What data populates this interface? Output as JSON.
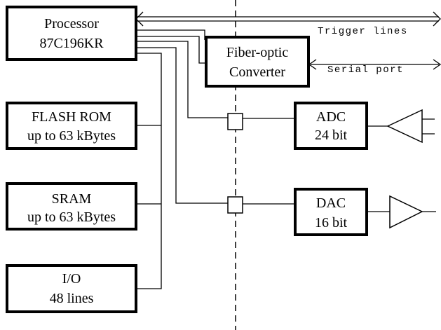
{
  "blocks": {
    "processor": {
      "line1": "Processor",
      "line2": "87C196KR"
    },
    "flash": {
      "line1": "FLASH ROM",
      "line2": "up to 63 kBytes"
    },
    "sram": {
      "line1": "SRAM",
      "line2": "up to 63 kBytes"
    },
    "io": {
      "line1": "I/O",
      "line2": "48 lines"
    },
    "fiber": {
      "line1": "Fiber-optic",
      "line2": "Converter"
    },
    "adc": {
      "line1": "ADC",
      "line2": "24 bit"
    },
    "dac": {
      "line1": "DAC",
      "line2": "16 bit"
    }
  },
  "labels": {
    "trigger": "Trigger lines",
    "serial": "Serial port"
  },
  "colors": {
    "ink": "#000000",
    "paper": "#ffffff"
  }
}
